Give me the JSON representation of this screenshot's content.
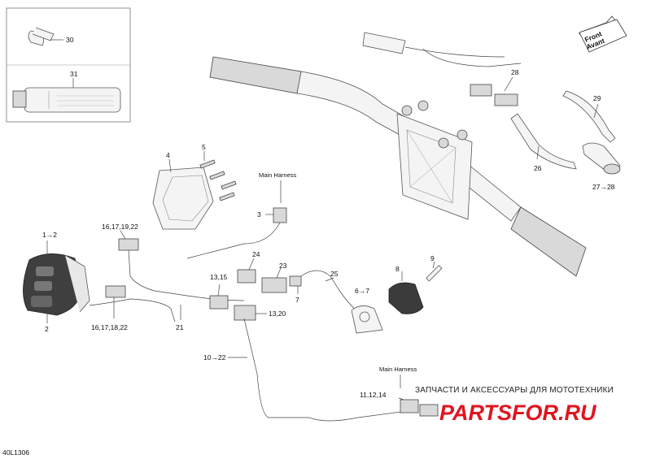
{
  "callouts": {
    "c30": "30",
    "c31": "31",
    "c4": "4",
    "c5": "5",
    "c1_2": "1→2",
    "c2": "2",
    "c16_17_19_22": "16,17,19,22",
    "c16_17_18_22": "16,17,18,22",
    "c3": "3",
    "c21": "21",
    "c24": "24",
    "c23": "23",
    "c13_15": "13,15",
    "c13_20": "13,20",
    "c7": "7",
    "c25": "25",
    "c8": "8",
    "c9": "9",
    "c6_7": "6→7",
    "c10_22": "10→22",
    "c11_12_14": "11,12,14",
    "c28": "28",
    "c29": "29",
    "c26": "26",
    "c27_28": "27→28"
  },
  "labels": {
    "main_harness_top": "Main Harness",
    "main_harness_bottom": "Main Harness",
    "front": "Front",
    "avant": "Avant",
    "diagram_code": "40L1306"
  },
  "watermark": {
    "tagline": "ЗАПЧАСТИ И АКСЕССУАРЫ ДЛЯ МОТОТЕХНИКИ",
    "brand_a": "PARTS",
    "brand_b": "FOR",
    "brand_c": ".RU",
    "brand_color": "#e0151f"
  },
  "icons": {
    "front_arrow": "front-arrow-icon"
  }
}
